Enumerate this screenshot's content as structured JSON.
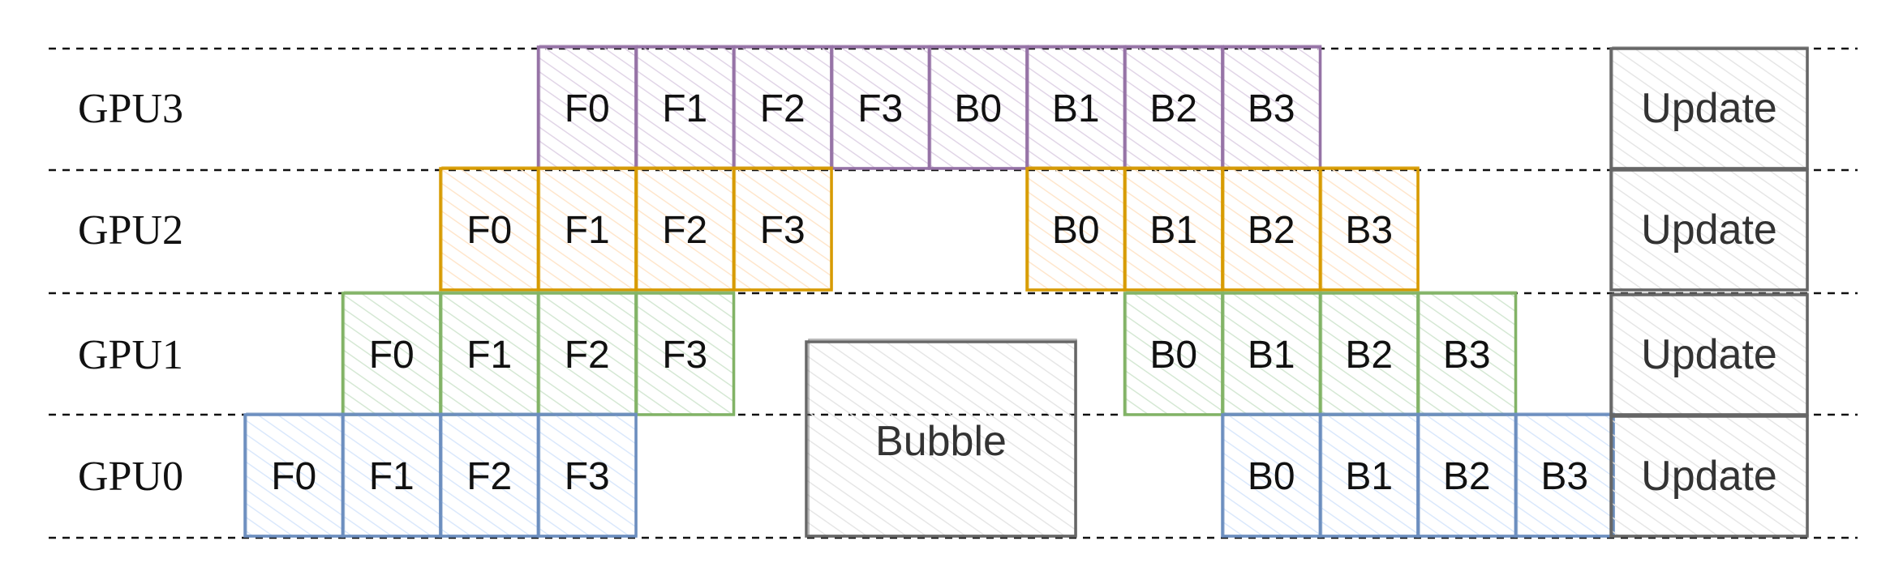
{
  "lanes": [
    {
      "label": "GPU3"
    },
    {
      "label": "GPU2"
    },
    {
      "label": "GPU1"
    },
    {
      "label": "GPU0"
    }
  ],
  "stages": [
    {
      "gpu": "GPU3",
      "color": "#9673a6",
      "fill": "#e1d5e7",
      "forward": [
        "F0",
        "F1",
        "F2",
        "F3"
      ],
      "backward": [
        "B0",
        "B1",
        "B2",
        "B3"
      ],
      "forward_start_slot": 3,
      "backward_start_slot": 7
    },
    {
      "gpu": "GPU2",
      "color": "#d79b00",
      "fill": "#ffe6cc",
      "forward": [
        "F0",
        "F1",
        "F2",
        "F3"
      ],
      "backward": [
        "B0",
        "B1",
        "B2",
        "B3"
      ],
      "forward_start_slot": 2,
      "backward_start_slot": 8
    },
    {
      "gpu": "GPU1",
      "color": "#82b366",
      "fill": "#d5e8d4",
      "forward": [
        "F0",
        "F1",
        "F2",
        "F3"
      ],
      "backward": [
        "B0",
        "B1",
        "B2",
        "B3"
      ],
      "forward_start_slot": 1,
      "backward_start_slot": 9
    },
    {
      "gpu": "GPU0",
      "color": "#6c8ebf",
      "fill": "#dae8fc",
      "forward": [
        "F0",
        "F1",
        "F2",
        "F3"
      ],
      "backward": [
        "B0",
        "B1",
        "B2",
        "B3"
      ],
      "forward_start_slot": 0,
      "backward_start_slot": 10
    }
  ],
  "update_label": "Update",
  "bubble_label": "Bubble",
  "colors": {
    "update_stroke": "#666666",
    "bubble_stroke": "#666666",
    "grid_line": "#111111"
  }
}
